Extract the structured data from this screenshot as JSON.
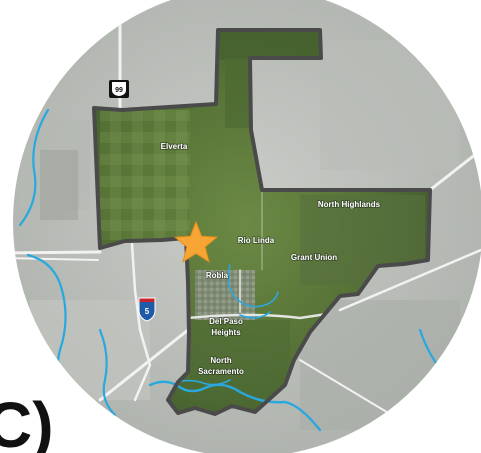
{
  "map": {
    "panel_letter": "C)",
    "places": {
      "elverta": "Elverta",
      "rio_linda": "Rio Linda",
      "north_highlands": "North Highlands",
      "grant_union": "Grant Union",
      "robla": "Robla",
      "del_paso_heights_line1": "Del Paso",
      "del_paso_heights_line2": "Heights",
      "north_sacramento_line1": "North",
      "north_sacramento_line2": "Sacramento"
    },
    "shields": {
      "highway_99": "99",
      "interstate_5": "5"
    },
    "icons": [
      "star-marker-icon",
      "highway-99-shield-icon",
      "interstate-5-shield-icon"
    ],
    "colors": {
      "boundary": "#4a4a4a",
      "river": "#29a8e0",
      "road": "#f2f2f2",
      "star": "#f7a534",
      "star_stroke": "#e58e1a",
      "interstate_blue": "#1f5aa6",
      "interstate_red": "#c8232c",
      "aerial_green": "#5f7a3e",
      "basemap_gray": "#bfc3bf"
    }
  }
}
